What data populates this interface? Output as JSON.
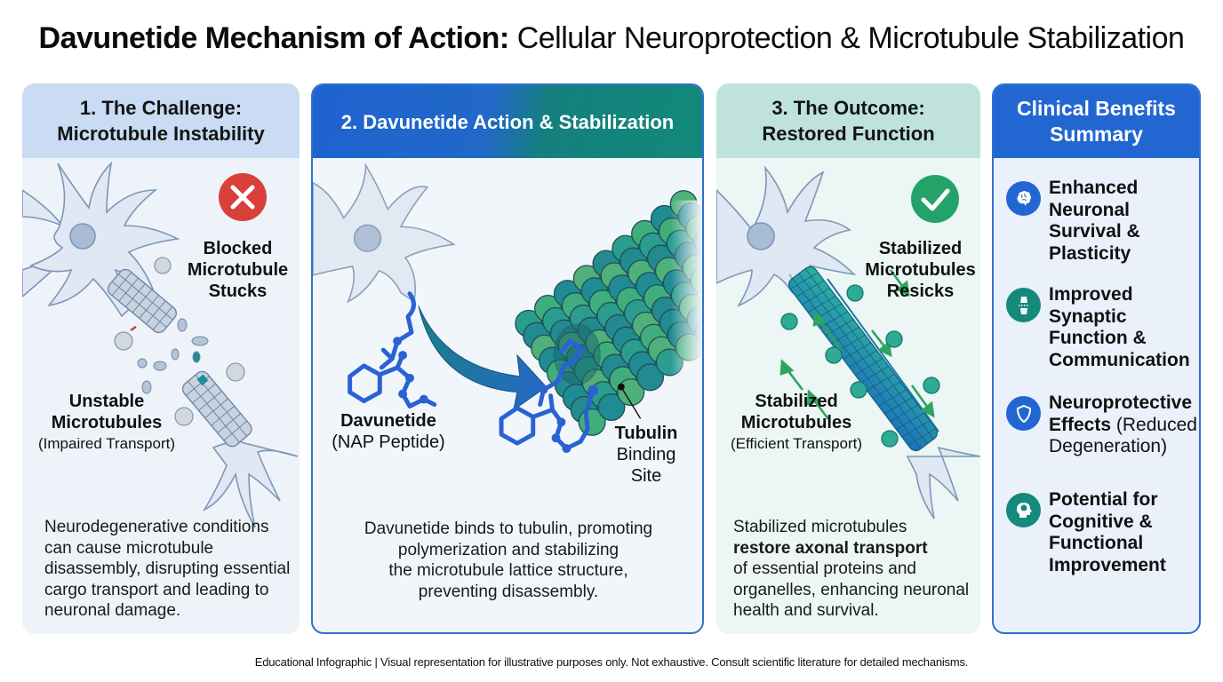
{
  "title": {
    "bold": "Davunetide Mechanism of Action:",
    "regular": "Cellular Neuroprotection & Microtubule Stabilization"
  },
  "panels": [
    {
      "heading_line1": "1. The Challenge:",
      "heading_line2": "Microtubule Instability",
      "status_icon": "x-circle-icon",
      "callout": [
        "Blocked",
        "Microtubule",
        "Stucks"
      ],
      "label_bold": [
        "Unstable",
        "Microtubules"
      ],
      "label_sub": "(Impaired Transport)",
      "description": "Neurodegenerative conditions can cause microtubule disassembly, disrupting essential cargo transport and leading to neuronal damage.",
      "accent": "#d9403a"
    },
    {
      "heading": "2. Davunetide Action & Stabilization",
      "peptide_label_bold": "Davunetide",
      "peptide_label_sub": "(NAP Peptide)",
      "site_label_bold": "Tubulin",
      "site_label_sub": [
        "Binding",
        "Site"
      ],
      "description_lines": [
        "Davunetide binds to tubulin, promoting",
        "polymerization and stabilizing",
        "the microtubule lattice structure,",
        "preventing disassembly."
      ],
      "accent": "#2f6fd1"
    },
    {
      "heading_line1": "3. The Outcome:",
      "heading_line2": "Restored Function",
      "status_icon": "check-circle-icon",
      "callout": [
        "Stabilized",
        "Microtubules",
        "Resicks"
      ],
      "label_bold": [
        "Stabilized",
        "Microtubules"
      ],
      "label_sub": "(Efficient Transport)",
      "description_pre": "Stabilized microtubules",
      "description_bold": "restore axonal transport",
      "description_post": "of essential proteins and organelles, enhancing neuronal health and survival.",
      "accent": "#23a36a"
    }
  ],
  "summary": {
    "heading_line1": "Clinical Benefits",
    "heading_line2": "Summary",
    "items": [
      {
        "icon": "brain-icon",
        "bold": "Enhanced Neuronal Survival & Plasticity",
        "normal": "",
        "color": "#2266d1"
      },
      {
        "icon": "synapse-icon",
        "bold": "Improved Synaptic Function & Communication",
        "normal": "",
        "color": "#158a7a"
      },
      {
        "icon": "shield-icon",
        "bold": "Neuroprotective Effects",
        "normal": "(Reduced Degeneration)",
        "color": "#2266d1"
      },
      {
        "icon": "head-brain-icon",
        "bold": "Potential for Cognitive & Functional Improvement",
        "normal": "",
        "color": "#158a7a"
      }
    ]
  },
  "footer": "Educational Infographic | Visual representation for illustrative purposes only. Not exhaustive. Consult scientific literature for detailed mechanisms."
}
